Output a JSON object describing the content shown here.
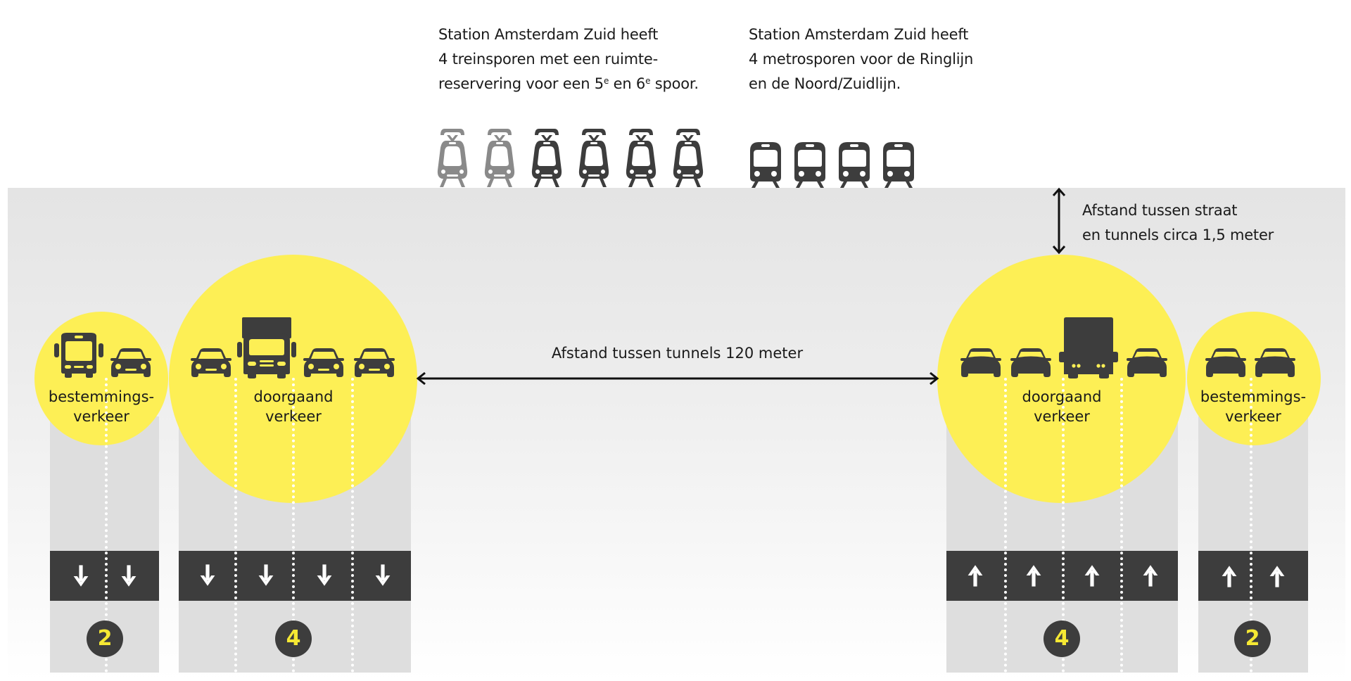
{
  "info": {
    "train": {
      "line1": "Station Amsterdam Zuid heeft",
      "line2": "4 treinsporen met een ruimte-",
      "line3_a": "reservering voor een 5",
      "line3_sup1": "e",
      "line3_b": " en 6",
      "line3_sup2": "e",
      "line3_c": " spoor.",
      "icons": [
        {
          "icon": "tram-icon",
          "status": "reserved"
        },
        {
          "icon": "tram-icon",
          "status": "reserved"
        },
        {
          "icon": "tram-icon",
          "status": "existing"
        },
        {
          "icon": "tram-icon",
          "status": "existing"
        },
        {
          "icon": "tram-icon",
          "status": "existing"
        },
        {
          "icon": "tram-icon",
          "status": "existing"
        }
      ]
    },
    "metro": {
      "line1": "Station Amsterdam Zuid heeft",
      "line2": "4 metrosporen voor de Ringlijn",
      "line3": "en de Noord/Zuidlijn.",
      "icons": [
        {
          "icon": "metro-icon"
        },
        {
          "icon": "metro-icon"
        },
        {
          "icon": "metro-icon"
        },
        {
          "icon": "metro-icon"
        }
      ]
    }
  },
  "depth_note": {
    "line1": "Afstand tussen straat",
    "line2": "en tunnels circa 1,5 meter"
  },
  "tunnel_distance": "Afstand tussen tunnels 120 meter",
  "tunnels": {
    "left_destination": {
      "label_line1": "bestemmings-",
      "label_line2": "verkeer",
      "lanes": "2",
      "direction": "down",
      "vehicles": [
        "bus-icon",
        "car-icon"
      ]
    },
    "left_through": {
      "label_line1": "doorgaand",
      "label_line2": "verkeer",
      "lanes": "4",
      "direction": "down",
      "vehicles": [
        "car-icon",
        "truck-front-icon",
        "car-icon",
        "car-icon"
      ]
    },
    "right_through": {
      "label_line1": "doorgaand",
      "label_line2": "verkeer",
      "lanes": "4",
      "direction": "up",
      "vehicles": [
        "car-rear-icon",
        "car-rear-icon",
        "truck-rear-icon",
        "car-rear-icon"
      ]
    },
    "right_destination": {
      "label_line1": "bestemmings-",
      "label_line2": "verkeer",
      "lanes": "2",
      "direction": "up",
      "vehicles": [
        "car-rear-icon",
        "car-rear-icon"
      ]
    }
  },
  "colors": {
    "yellow": "#fdef55",
    "dark": "#3d3d3d",
    "badge_text": "#f5e833",
    "reserved": "#8a8a8a",
    "lane": "#dedede"
  }
}
